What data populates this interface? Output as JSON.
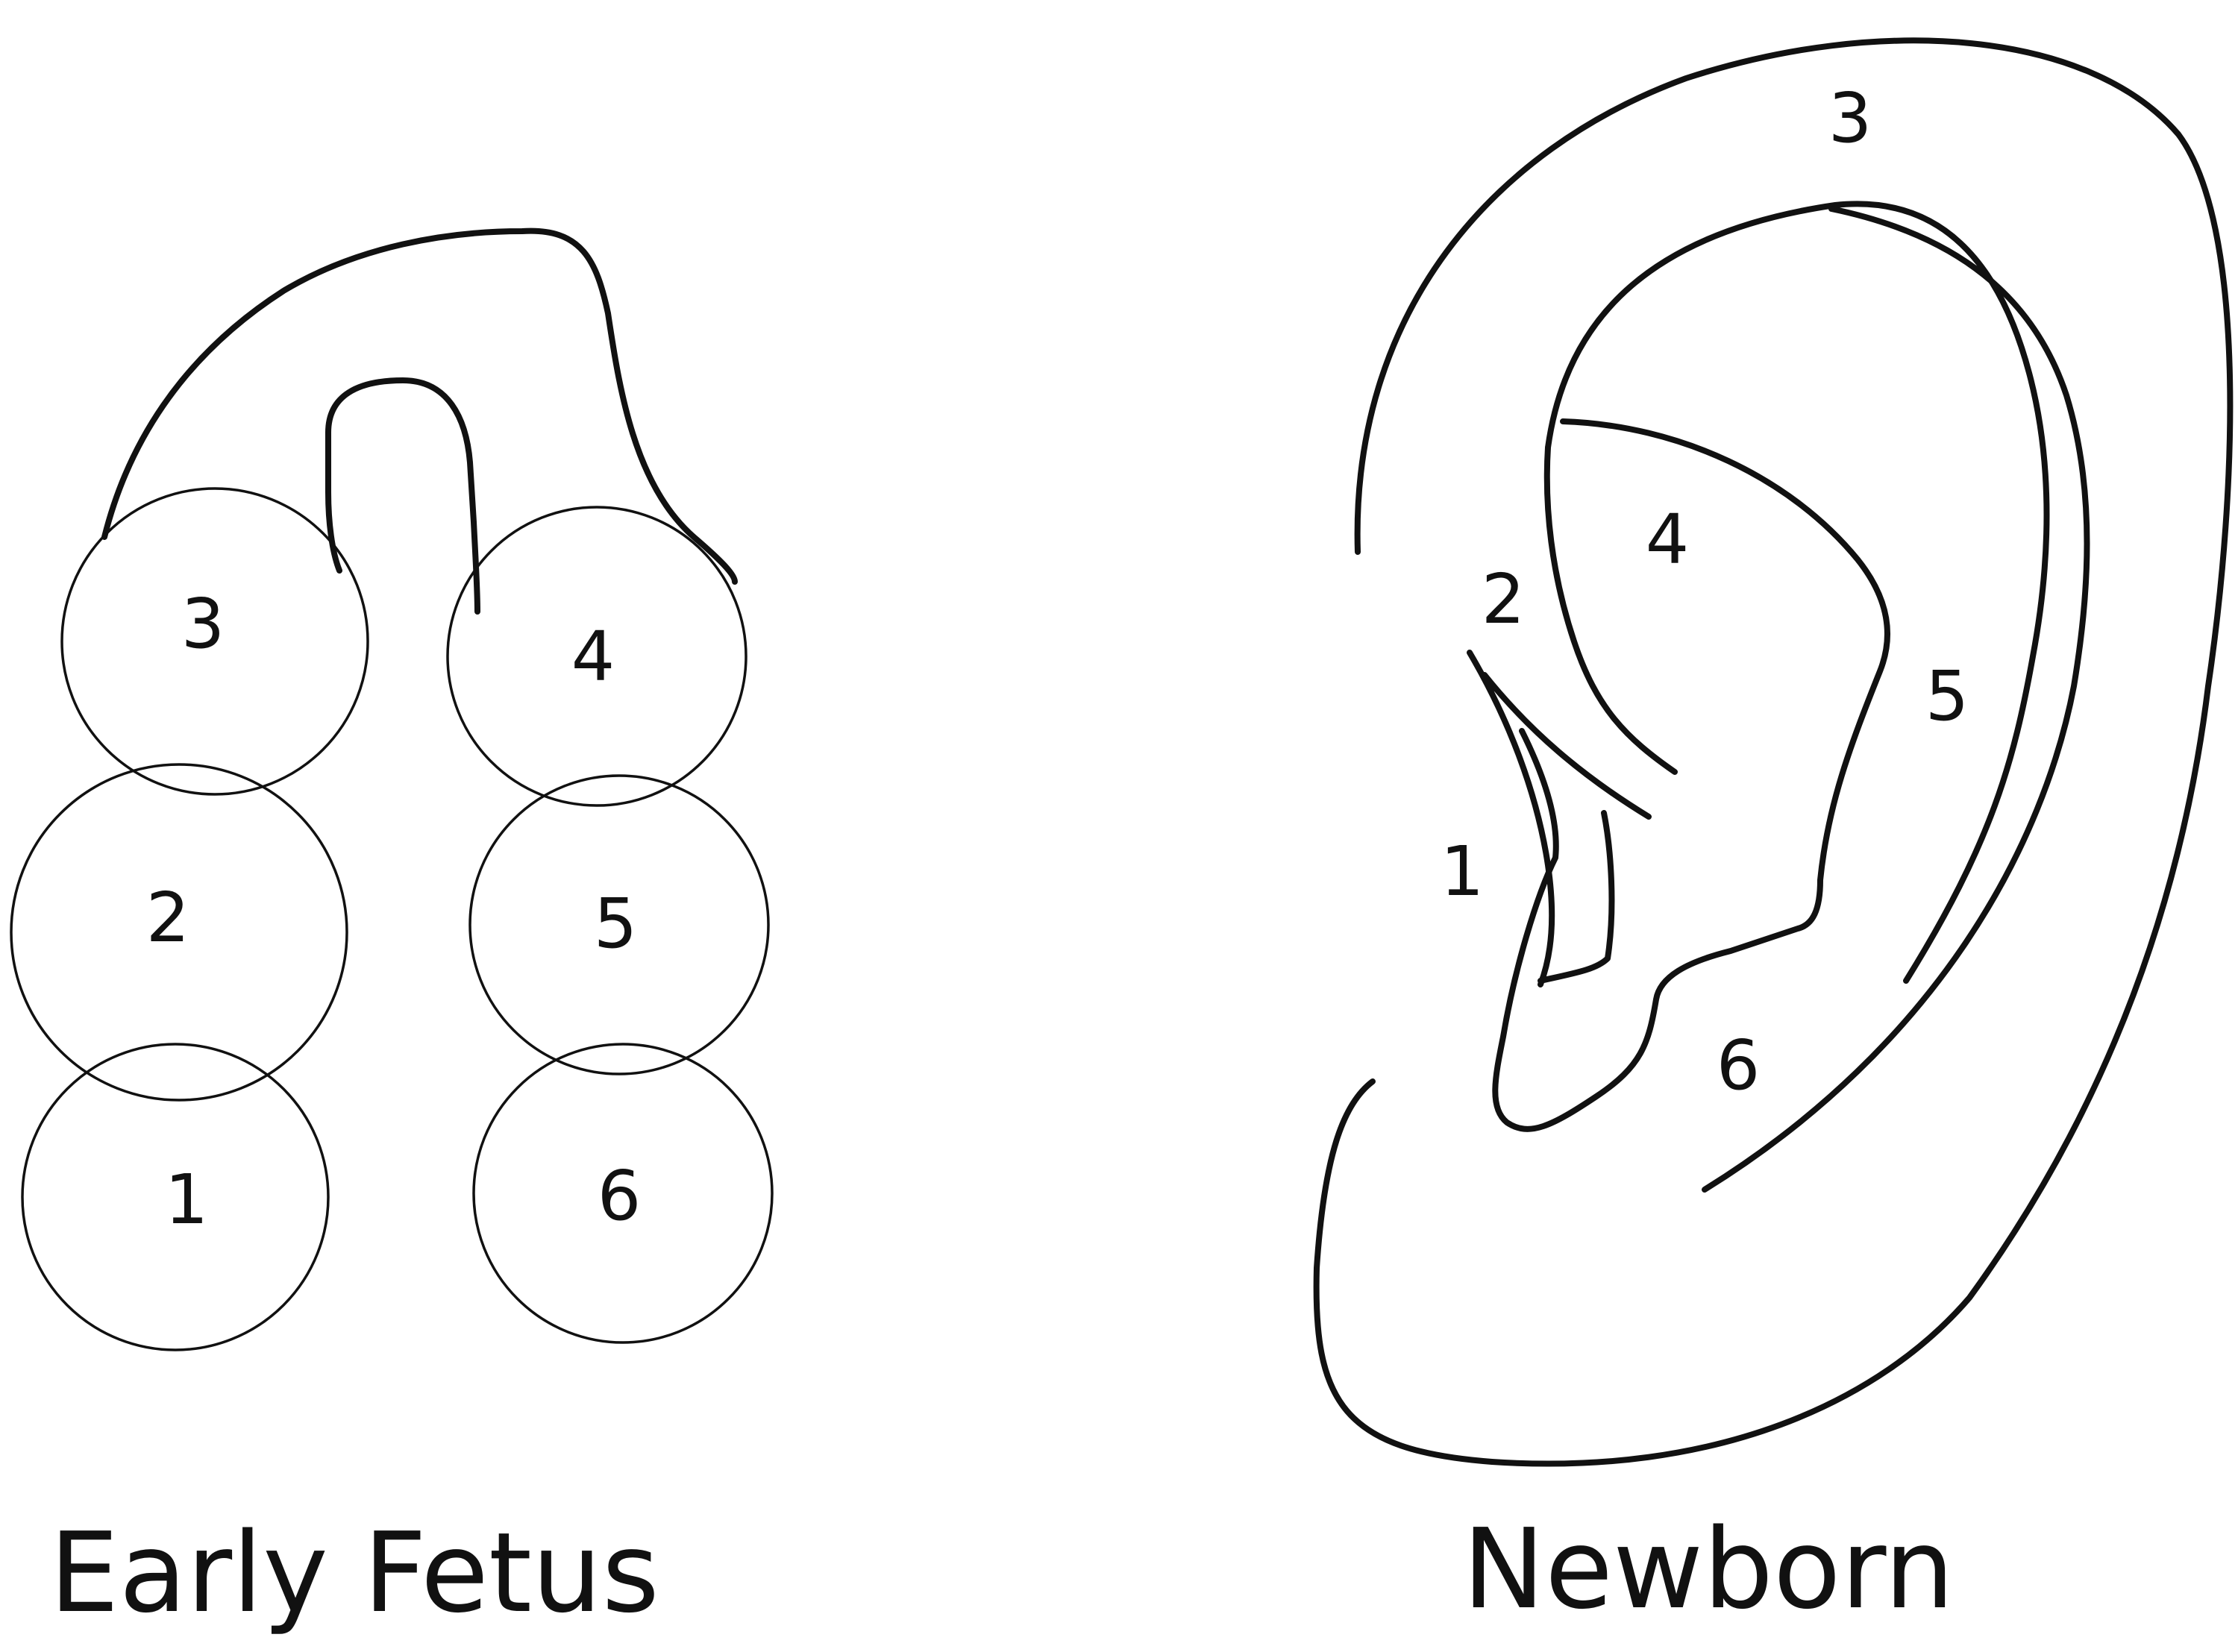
{
  "early_fetus": {
    "caption": "Early Fetus",
    "hillocks": [
      "1",
      "2",
      "3",
      "4",
      "5",
      "6"
    ]
  },
  "newborn": {
    "caption": "Newborn",
    "regions": [
      "1",
      "2",
      "3",
      "4",
      "5",
      "6"
    ]
  },
  "colors": {
    "line": "#111111",
    "background": "#ffffff"
  }
}
